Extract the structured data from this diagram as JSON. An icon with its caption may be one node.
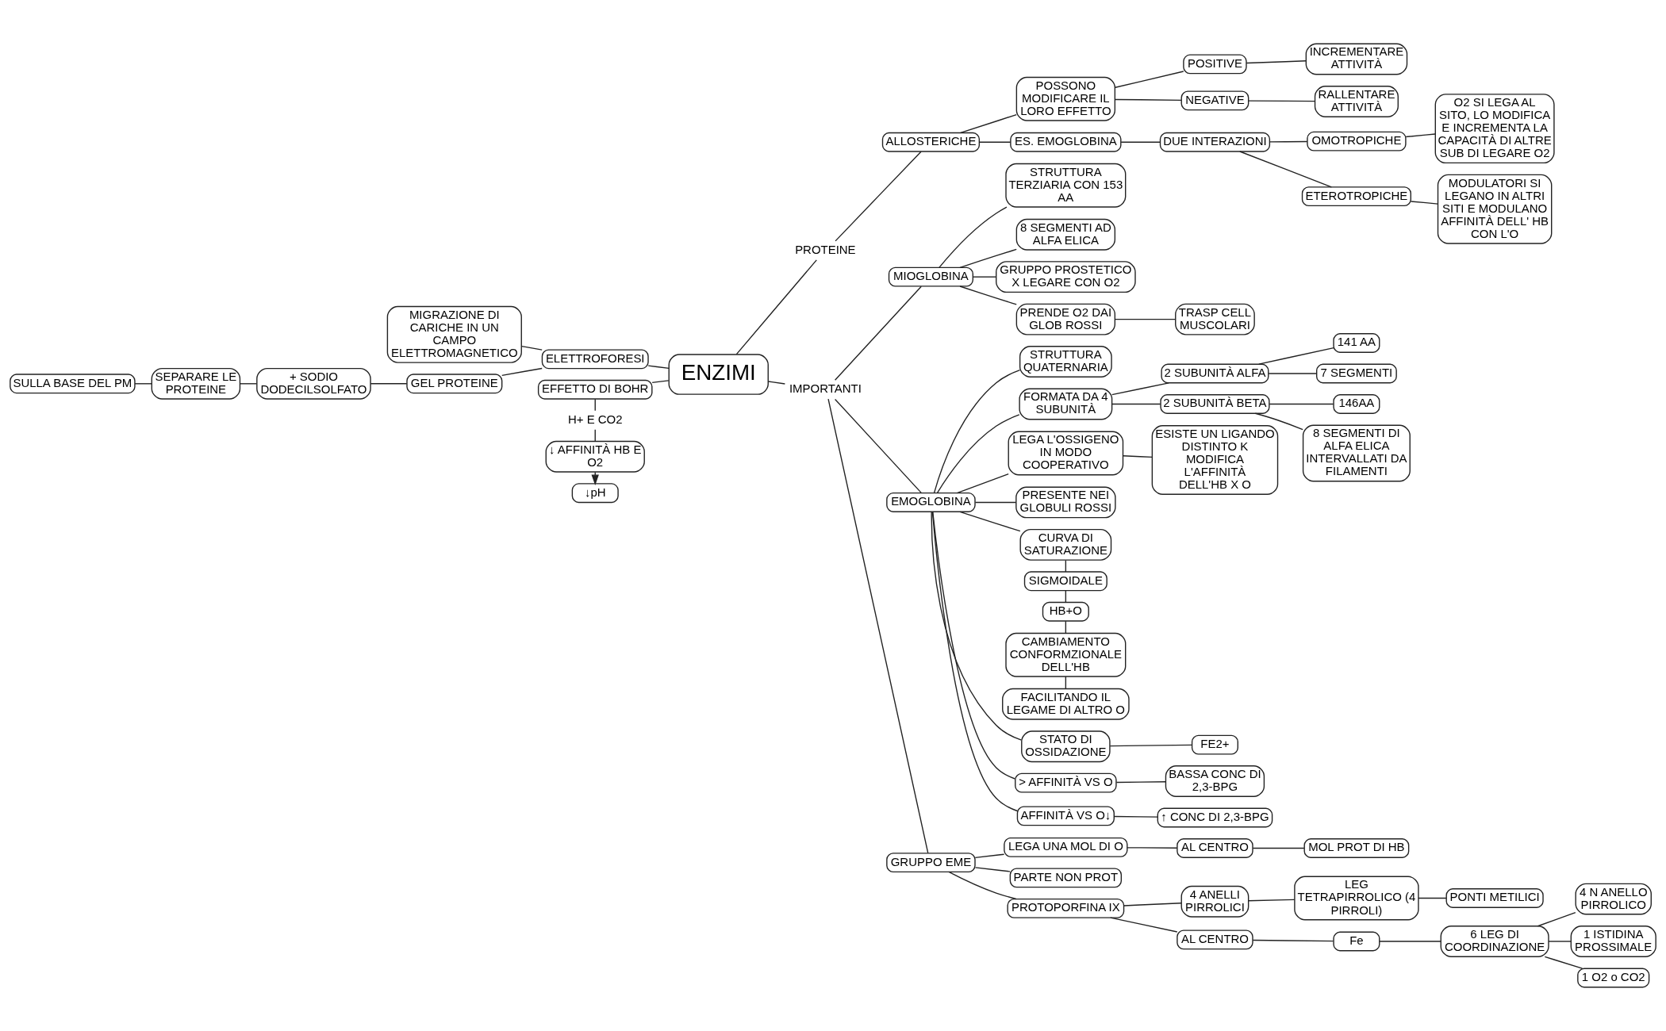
{
  "diagram": {
    "nodes": [
      {
        "text": [
          "ENZIMI"
        ]
      },
      {
        "text": [
          "PROTEINE"
        ]
      },
      {
        "text": [
          "ALLOSTERICHE"
        ]
      },
      {
        "text": [
          "POSSONO MODIFICARE IL LORO EFFETTO"
        ]
      },
      {
        "text": [
          "POSITIVE"
        ]
      },
      {
        "text": [
          "INCREMENTARE ATTIVITÀ"
        ]
      },
      {
        "text": [
          "NEGATIVE"
        ]
      },
      {
        "text": [
          "RALLENTARE ATTIVITÀ"
        ]
      },
      {
        "text": [
          "ES. EMOGLOBINA"
        ]
      },
      {
        "text": [
          "DUE INTERAZIONI"
        ]
      },
      {
        "text": [
          "OMOTROPICHE"
        ]
      },
      {
        "text": [
          "O2 SI LEGA AL SITO, LO MODIFICA E INCREMENTA LA CAPACITÀ DI ALTRE SUB DI LEGARE O2"
        ]
      },
      {
        "text": [
          "ETEROTROPICHE"
        ]
      },
      {
        "text": [
          "MODULATORI SI LEGANO IN ALTRI SITI E MODULANO AFFINITÀ DELL' HB CON L'O"
        ]
      },
      {
        "text": [
          "IMPORTANTI"
        ]
      },
      {
        "text": [
          "MIOGLOBINA"
        ]
      },
      {
        "text": [
          "STRUTTURA TERZIARIA CON 153 AA"
        ]
      },
      {
        "text": [
          "8 SEGMENTI AD ALFA ELICA"
        ]
      },
      {
        "text": [
          "GRUPPO PROSTETICO X LEGARE CON O2"
        ]
      },
      {
        "text": [
          "PRENDE O2 DAI GLOB ROSSI"
        ]
      },
      {
        "text": [
          "TRASP CELL MUSCOLARI"
        ]
      },
      {
        "text": [
          "EMOGLOBINA"
        ]
      },
      {
        "text": [
          "STRUTTURA QUATERNARIA"
        ]
      },
      {
        "text": [
          "FORMATA DA 4 SUBUNITÀ"
        ]
      },
      {
        "text": [
          "2 SUBUNITÀ ALFA"
        ]
      },
      {
        "text": [
          "141 AA"
        ]
      },
      {
        "text": [
          "7 SEGMENTI"
        ]
      },
      {
        "text": [
          "2 SUBUNITÀ BETA"
        ]
      },
      {
        "text": [
          "146AA"
        ]
      },
      {
        "text": [
          "8 SEGMENTI DI ALFA ELICA INTERVALLATI DA FILAMENTI"
        ]
      },
      {
        "text": [
          "LEGA L'OSSIGENO IN MODO COOPERATIVO"
        ]
      },
      {
        "text": [
          "ESISTE UN LIGANDO DISTINTO K MODIFICA L'AFFINITÀ DELL'HB X O"
        ]
      },
      {
        "text": [
          "PRESENTE NEI GLOBULI ROSSI"
        ]
      },
      {
        "text": [
          "CURVA DI SATURAZIONE"
        ]
      },
      {
        "text": [
          "SIGMOIDALE"
        ]
      },
      {
        "text": [
          "HB+O"
        ]
      },
      {
        "text": [
          "CAMBIAMENTO CONFORMZIONALE DELL'HB"
        ]
      },
      {
        "text": [
          "FACILITANDO IL LEGAME DI ALTRO O"
        ]
      },
      {
        "text": [
          "STATO DI OSSIDAZIONE"
        ]
      },
      {
        "text": [
          "FE2+"
        ]
      },
      {
        "text": [
          "> AFFINITÀ VS O"
        ]
      },
      {
        "text": [
          "BASSA CONC DI 2,3-BPG"
        ]
      },
      {
        "text": [
          "AFFINITÀ VS O↓"
        ]
      },
      {
        "text": [
          "↑ CONC DI 2,3-BPG"
        ]
      },
      {
        "text": [
          "GRUPPO EME"
        ]
      },
      {
        "text": [
          "LEGA UNA MOL DI O"
        ]
      },
      {
        "text": [
          "AL CENTRO"
        ]
      },
      {
        "text": [
          "MOL PROT DI HB"
        ]
      },
      {
        "text": [
          "PARTE NON PROT"
        ]
      },
      {
        "text": [
          "PROTOPORFINA IX"
        ]
      },
      {
        "text": [
          "4 ANELLI PIRROLICI"
        ]
      },
      {
        "text": [
          "LEG TETRAPIRROLICO (4 PIRROLI)"
        ]
      },
      {
        "text": [
          "PONTI METILICI"
        ]
      },
      {
        "text": [
          "AL CENTRO"
        ]
      },
      {
        "text": [
          "Fe"
        ]
      },
      {
        "text": [
          "6 LEG DI COORDINAZIONE"
        ]
      },
      {
        "text": [
          "4 N ANELLO PIRROLICO"
        ]
      },
      {
        "text": [
          "1 ISTIDINA PROSSIMALE"
        ]
      },
      {
        "text": [
          "1 O2 o CO2"
        ]
      },
      {
        "text": [
          "ELETTROFORESI"
        ]
      },
      {
        "text": [
          "MIGRAZIONE DI CARICHE IN UN CAMPO ELETTROMAGNETICO"
        ]
      },
      {
        "text": [
          "GEL PROTEINE"
        ]
      },
      {
        "text": [
          "+ SODIO DODECILSOLFATO"
        ]
      },
      {
        "text": [
          "SEPARARE LE PROTEINE"
        ]
      },
      {
        "text": [
          "SULLA BASE DEL PM"
        ]
      },
      {
        "text": [
          "EFFETTO DI BOHR"
        ]
      },
      {
        "text": [
          "H+ E CO2"
        ]
      },
      {
        "text": [
          "↓ AFFINITÀ HB E O2"
        ]
      },
      {
        "text": [
          "↓pH"
        ]
      }
    ],
    "edges": [
      {
        "from": 0,
        "to": 1,
        "arrow": "none"
      },
      {
        "from": 1,
        "to": 2,
        "arrow": "none"
      },
      {
        "from": 2,
        "to": 3,
        "arrow": "none"
      },
      {
        "from": 3,
        "to": 4,
        "arrow": "none"
      },
      {
        "from": 4,
        "to": 5,
        "arrow": "none"
      },
      {
        "from": 3,
        "to": 6,
        "arrow": "none"
      },
      {
        "from": 6,
        "to": 7,
        "arrow": "none"
      },
      {
        "from": 2,
        "to": 8,
        "arrow": "none"
      },
      {
        "from": 8,
        "to": 9,
        "arrow": "none"
      },
      {
        "from": 9,
        "to": 10,
        "arrow": "none"
      },
      {
        "from": 10,
        "to": 11,
        "arrow": "none"
      },
      {
        "from": 9,
        "to": 12,
        "arrow": "none"
      },
      {
        "from": 12,
        "to": 13,
        "arrow": "none"
      },
      {
        "from": 0,
        "to": 14,
        "arrow": "none"
      },
      {
        "from": 14,
        "to": 15,
        "arrow": "none"
      },
      {
        "from": 15,
        "to": 16,
        "arrow": "none"
      },
      {
        "from": 15,
        "to": 17,
        "arrow": "none"
      },
      {
        "from": 15,
        "to": 18,
        "arrow": "none"
      },
      {
        "from": 15,
        "to": 19,
        "arrow": "none"
      },
      {
        "from": 19,
        "to": 20,
        "arrow": "none"
      },
      {
        "from": 14,
        "to": 21,
        "arrow": "none"
      },
      {
        "from": 21,
        "to": 22,
        "arrow": "none"
      },
      {
        "from": 21,
        "to": 23,
        "arrow": "none"
      },
      {
        "from": 23,
        "to": 24,
        "arrow": "none"
      },
      {
        "from": 24,
        "to": 25,
        "arrow": "none"
      },
      {
        "from": 24,
        "to": 26,
        "arrow": "none"
      },
      {
        "from": 23,
        "to": 27,
        "arrow": "none"
      },
      {
        "from": 27,
        "to": 28,
        "arrow": "none"
      },
      {
        "from": 27,
        "to": 29,
        "arrow": "none"
      },
      {
        "from": 21,
        "to": 30,
        "arrow": "none"
      },
      {
        "from": 30,
        "to": 31,
        "arrow": "none"
      },
      {
        "from": 21,
        "to": 32,
        "arrow": "none"
      },
      {
        "from": 21,
        "to": 33,
        "arrow": "none"
      },
      {
        "from": 33,
        "to": 34,
        "arrow": "none"
      },
      {
        "from": 34,
        "to": 35,
        "arrow": "none"
      },
      {
        "from": 35,
        "to": 36,
        "arrow": "none"
      },
      {
        "from": 36,
        "to": 37,
        "arrow": "none"
      },
      {
        "from": 21,
        "to": 38,
        "arrow": "none"
      },
      {
        "from": 38,
        "to": 39,
        "arrow": "none"
      },
      {
        "from": 21,
        "to": 40,
        "arrow": "none"
      },
      {
        "from": 40,
        "to": 41,
        "arrow": "none"
      },
      {
        "from": 21,
        "to": 42,
        "arrow": "none"
      },
      {
        "from": 42,
        "to": 43,
        "arrow": "none"
      },
      {
        "from": 14,
        "to": 44,
        "arrow": "none"
      },
      {
        "from": 44,
        "to": 45,
        "arrow": "none"
      },
      {
        "from": 45,
        "to": 46,
        "arrow": "none"
      },
      {
        "from": 46,
        "to": 47,
        "arrow": "none"
      },
      {
        "from": 44,
        "to": 48,
        "arrow": "none"
      },
      {
        "from": 44,
        "to": 49,
        "arrow": "none"
      },
      {
        "from": 49,
        "to": 50,
        "arrow": "none"
      },
      {
        "from": 50,
        "to": 51,
        "arrow": "none"
      },
      {
        "from": 51,
        "to": 52,
        "arrow": "none"
      },
      {
        "from": 49,
        "to": 53,
        "arrow": "none"
      },
      {
        "from": 53,
        "to": 54,
        "arrow": "none"
      },
      {
        "from": 54,
        "to": 55,
        "arrow": "none"
      },
      {
        "from": 55,
        "to": 56,
        "arrow": "none"
      },
      {
        "from": 55,
        "to": 57,
        "arrow": "none"
      },
      {
        "from": 55,
        "to": 58,
        "arrow": "none"
      },
      {
        "from": 59,
        "to": 0,
        "arrow": "none"
      },
      {
        "from": 60,
        "to": 59,
        "arrow": "none"
      },
      {
        "from": 61,
        "to": 59,
        "arrow": "none"
      },
      {
        "from": 62,
        "to": 61,
        "arrow": "none"
      },
      {
        "from": 63,
        "to": 62,
        "arrow": "none"
      },
      {
        "from": 64,
        "to": 63,
        "arrow": "none"
      },
      {
        "from": 65,
        "to": 0,
        "arrow": "none"
      },
      {
        "from": 65,
        "to": 66,
        "arrow": "none"
      },
      {
        "from": 66,
        "to": 67,
        "arrow": "none"
      },
      {
        "from": 67,
        "to": 68,
        "arrow": "to"
      }
    ]
  }
}
